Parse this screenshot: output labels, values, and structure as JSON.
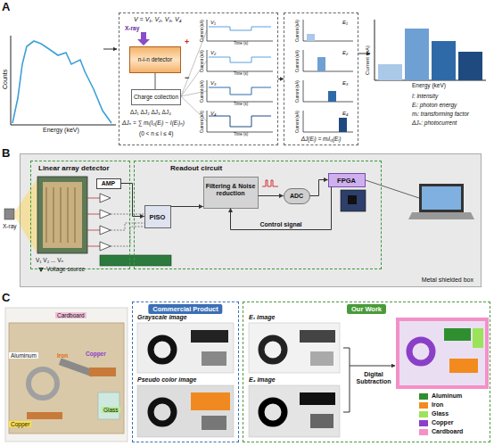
{
  "diagram": {
    "nodes": [
      {
        "text": [
          "V = V₁, V₂, V₃, V₄"
        ]
      },
      {
        "text": [
          "n-i-n detector"
        ],
        "in": 0
      },
      {
        "text": [
          "Charge collection"
        ],
        "in": 0
      },
      {
        "text": [
          "ΔJ(Eᵢ) = mᵢI₀(Eᵢ)"
        ]
      },
      {
        "text": [
          "Metal shielded box"
        ]
      },
      {
        "text": [
          "Linear array detector"
        ],
        "in": 4
      },
      {
        "text": [
          "AMP"
        ],
        "in": 5
      },
      {
        "text": [
          "Readout circuit"
        ],
        "in": 4
      },
      {
        "text": [
          "PISO"
        ],
        "in": 7
      },
      {
        "text": [
          "Filtering & Noise reduction"
        ],
        "in": 7
      },
      {
        "text": [
          "ADC"
        ],
        "in": 7
      },
      {
        "text": [
          "FPGA"
        ],
        "in": 7
      },
      {
        "text": [
          "Commercial Product"
        ]
      },
      {
        "text": [
          "Our Work"
        ]
      },
      {
        "text": [
          "Grayscale image"
        ],
        "in": 12
      },
      {
        "text": [
          "Pseudo color image"
        ],
        "in": 12
      },
      {
        "text": [
          "E₁ image"
        ],
        "in": 13
      },
      {
        "text": [
          "E₄ image"
        ],
        "in": 13
      }
    ],
    "edges": [
      {
        "from": 0,
        "to": 3,
        "arrow": "to"
      },
      {
        "from": 6,
        "to": 8,
        "arrow": "to"
      },
      {
        "from": 8,
        "to": 9,
        "arrow": "to"
      },
      {
        "from": 9,
        "to": 10,
        "arrow": "to"
      },
      {
        "from": 10,
        "to": 11,
        "arrow": "to"
      },
      {
        "from": 11,
        "to": 9,
        "label": "Control signal",
        "arrow": "to"
      }
    ],
    "labels": [
      "A",
      "Counts",
      "Energy (keV)",
      "X-ray",
      "+",
      "−",
      "ΔJ₁ ΔJ₂ ΔJ₃ ΔJ₄",
      "ΔJₙ = ∑ mᵢ(I₀(Eᵢ) − I(Eᵢ)ₙ)",
      "(0 < n ≤ i ≤ 4)",
      "V₁",
      "Current (nA)",
      "Time (s)",
      "V₂",
      "Current (nA)",
      "Time (s)",
      "V₃",
      "Current (nA)",
      "Time (s)",
      "V₄",
      "Current (nA)",
      "Time (s)",
      "E₁",
      "Current (nA)",
      "E₂",
      "Current (nA)",
      "E₃",
      "Current (nA)",
      "E₄",
      "Current (nA)",
      "Current (nA)",
      "Energy (keV)",
      "I: intensity",
      "Eᵢ: photon energy",
      "mᵢ: transforming factor",
      "ΔJₙ: photocurrent",
      "B",
      "X-ray",
      "V₁ V₂ ... Vₙ",
      "Voltage source",
      "C",
      "Cardboard",
      "Aluminum",
      "Iron",
      "Copper",
      "Copper",
      "Glass",
      "Digital Subtraction"
    ],
    "legend": [
      {
        "text": "Aluminum",
        "color": "#2f8f2f"
      },
      {
        "text": "Iron",
        "color": "#f28a1e"
      },
      {
        "text": "Glass",
        "color": "#9be35a"
      },
      {
        "text": "Copper",
        "color": "#8b3fc8"
      },
      {
        "text": "Cardboard",
        "color": "#f490c8"
      }
    ]
  }
}
